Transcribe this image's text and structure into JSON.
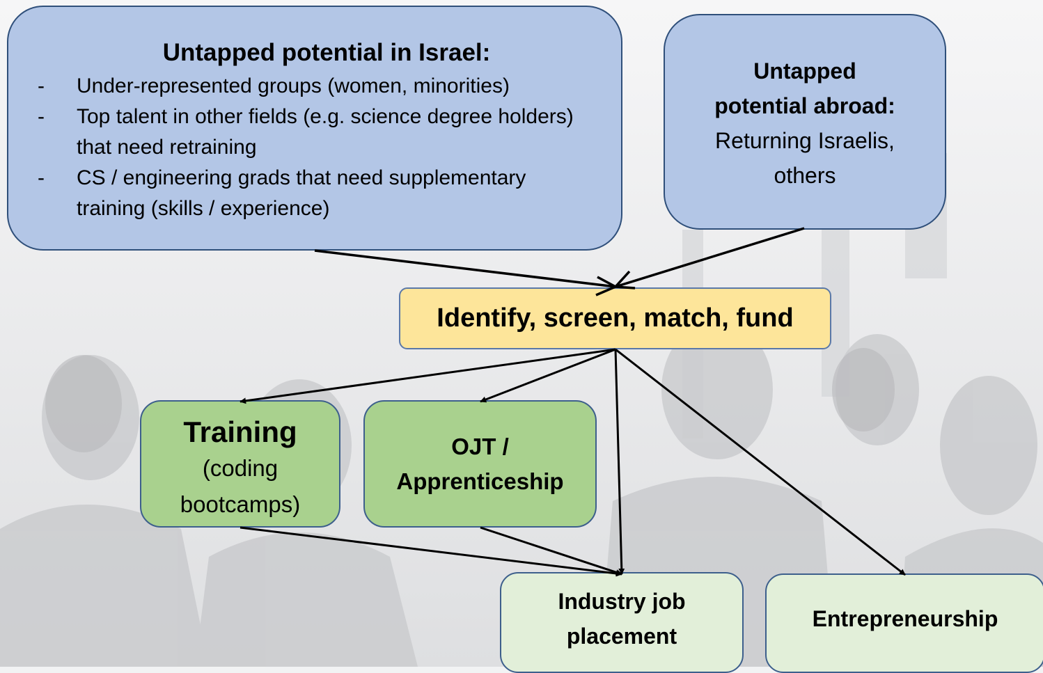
{
  "boxes": {
    "israel": {
      "title": "Untapped potential in Israel:",
      "bullets": [
        {
          "dash": "-",
          "text": "Under-represented groups (women, minorities)"
        },
        {
          "dash": "-",
          "text": "Top talent in other fields (e.g. science degree holders) that need retraining"
        },
        {
          "dash": "-",
          "text": "CS / engineering grads that need supplementary training (skills / experience)"
        }
      ],
      "color": "#b3c6e6"
    },
    "abroad": {
      "title_line1": "Untapped",
      "title_line2": "potential abroad:",
      "text_line1": "Returning Israelis,",
      "text_line2": "others",
      "color": "#b3c6e6"
    },
    "identify": {
      "label": "Identify, screen, match, fund",
      "color": "#fde59a"
    },
    "training": {
      "title": "Training",
      "sub_line1": "(coding",
      "sub_line2": "bootcamps)",
      "color": "#a9d18e"
    },
    "ojt": {
      "line1": "OJT /",
      "line2": "Apprenticeship",
      "color": "#a9d18e"
    },
    "industry": {
      "line1": "Industry job",
      "line2": "placement",
      "color": "#e2efd9"
    },
    "entrepreneurship": {
      "label": "Entrepreneurship",
      "color": "#e2efd9"
    }
  }
}
